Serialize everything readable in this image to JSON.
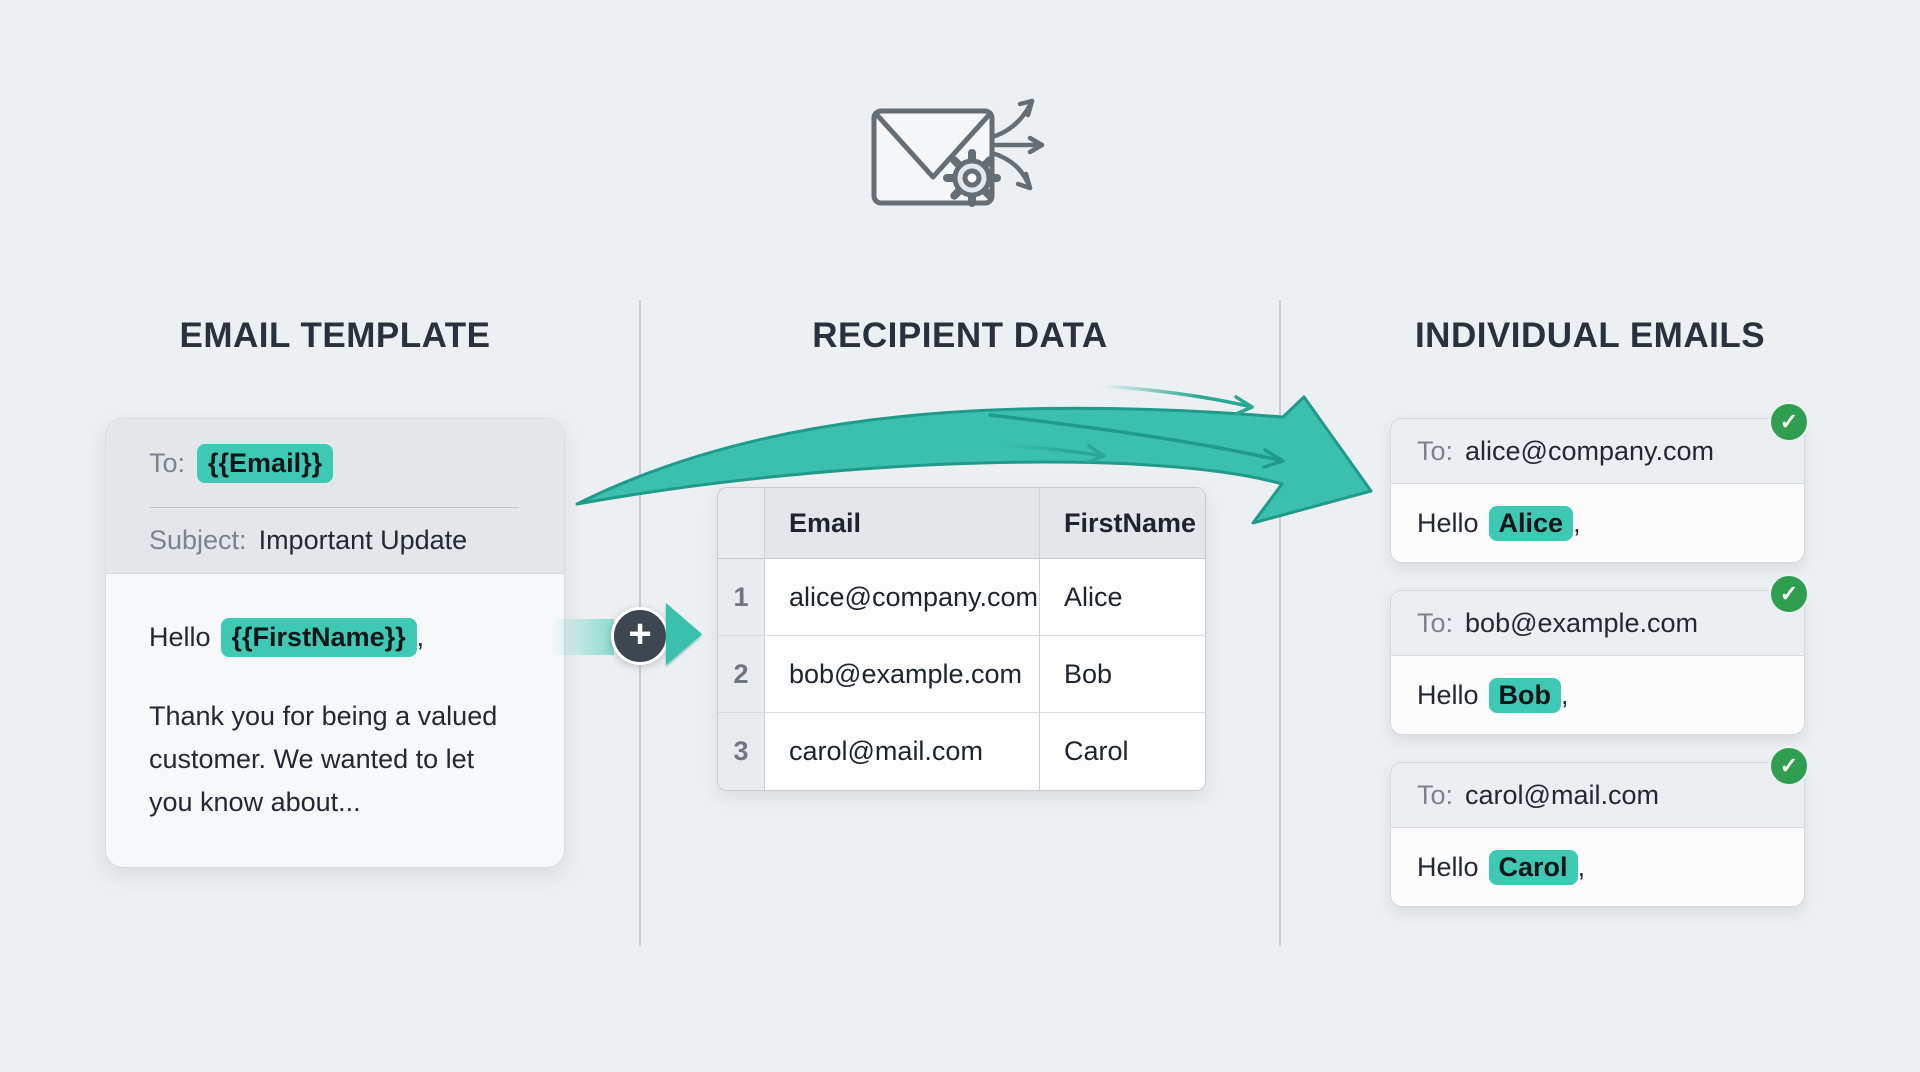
{
  "background_color": "#edf0f2",
  "accent_colors": {
    "teal_highlight": "#3ec9b4",
    "teal_arrow": "#3cc0ae",
    "teal_dark": "#1f9a8b",
    "success_green": "#2f9e51",
    "plus_circle_dark": "#3d4651"
  },
  "columns": {
    "template": {
      "title": "EMAIL TEMPLATE"
    },
    "recipients": {
      "title": "RECIPIENT DATA"
    },
    "individual": {
      "title": "INDIVIDUAL EMAILS"
    }
  },
  "template_card": {
    "to_label": "To:",
    "to_token": "{{Email}}",
    "subject_label": "Subject:",
    "subject_value": "Important Update",
    "greeting_prefix": "Hello",
    "greeting_token": "{{FirstName}}",
    "greeting_suffix": ",",
    "body_lines": [
      "Thank you for being a valued",
      "customer. We wanted to let",
      "you know about..."
    ]
  },
  "connector": {
    "plus_glyph": "+"
  },
  "recipient_table": {
    "headers": {
      "email": "Email",
      "first_name": "FirstName"
    },
    "rows": [
      {
        "num": "1",
        "email": "alice@company.com",
        "first_name": "Alice"
      },
      {
        "num": "2",
        "email": "bob@example.com",
        "first_name": "Bob"
      },
      {
        "num": "3",
        "email": "carol@mail.com",
        "first_name": "Carol"
      }
    ]
  },
  "emails": [
    {
      "to_label": "To:",
      "to": "alice@company.com",
      "greeting_prefix": "Hello",
      "name": "Alice",
      "greeting_suffix": ",",
      "status_glyph": "✓"
    },
    {
      "to_label": "To:",
      "to": "bob@example.com",
      "greeting_prefix": "Hello",
      "name": "Bob",
      "greeting_suffix": ",",
      "status_glyph": "✓"
    },
    {
      "to_label": "To:",
      "to": "carol@mail.com",
      "greeting_prefix": "Hello",
      "name": "Carol",
      "greeting_suffix": ",",
      "status_glyph": "✓"
    }
  ]
}
